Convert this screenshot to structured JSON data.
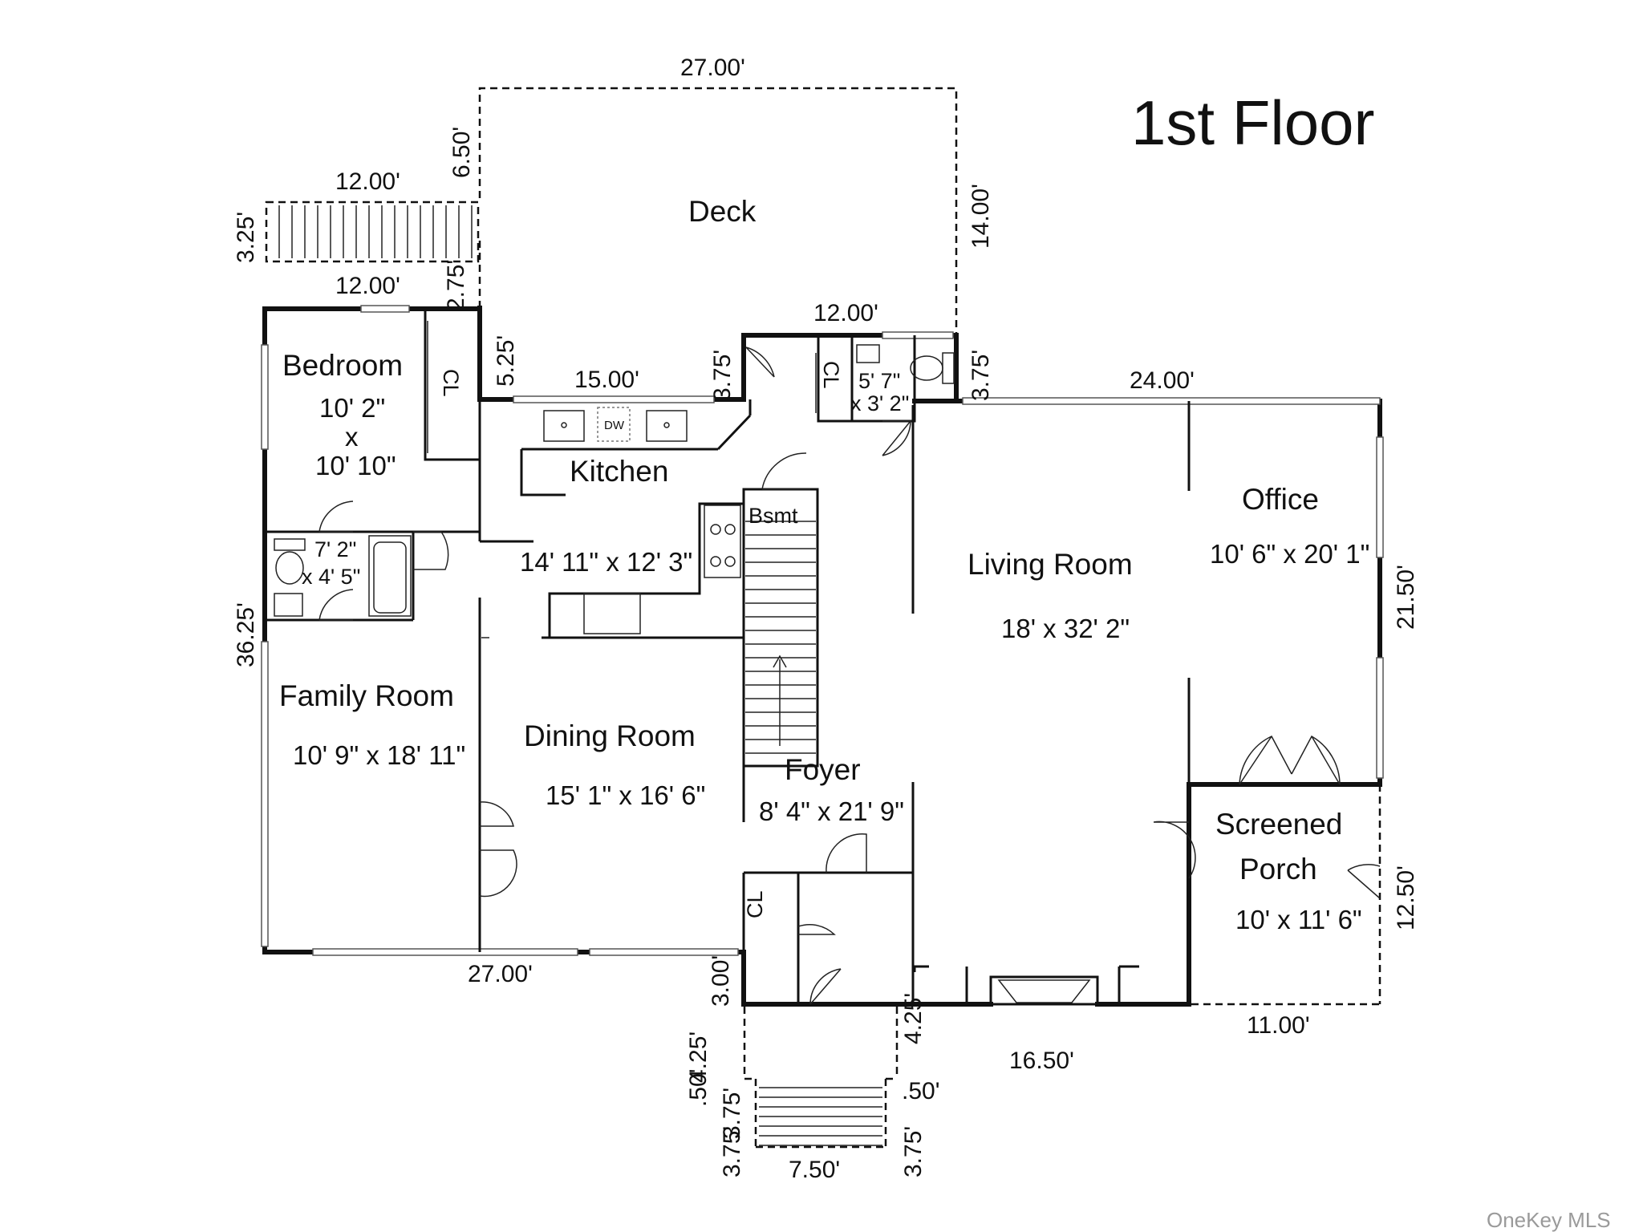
{
  "title": "1st Floor",
  "watermark": "OneKey MLS",
  "rooms": {
    "deck": {
      "name": "Deck"
    },
    "bedroom": {
      "name": "Bedroom",
      "dim_w": "10' 2\"",
      "dim_x": "x",
      "dim_h": "10' 10\""
    },
    "closet_bedroom": {
      "name": "CL"
    },
    "kitchen": {
      "name": "Kitchen",
      "dims": "14' 11\" x 12' 3\"",
      "dw": "DW"
    },
    "bsmt": {
      "name": "Bsmt"
    },
    "closet_upper": {
      "name": "CL"
    },
    "half_bath": {
      "dim_1": "5' 7\"",
      "dim_2": "x 3' 2\""
    },
    "bath": {
      "dim_1": "7' 2\"",
      "dim_2": "x 4' 5\""
    },
    "living_room": {
      "name": "Living Room",
      "dims": "18' x 32' 2\""
    },
    "office": {
      "name": "Office",
      "dims": "10' 6\" x 20' 1\""
    },
    "family_room": {
      "name": "Family Room",
      "dims": "10' 9\" x 18' 11\""
    },
    "dining_room": {
      "name": "Dining Room",
      "dims": "15' 1\" x 16' 6\""
    },
    "foyer": {
      "name": "Foyer",
      "dims": "8' 4\" x 21' 9\""
    },
    "screened_porch": {
      "name_1": "Screened",
      "name_2": "Porch",
      "dims": "10' x 11' 6\""
    },
    "closet_foyer": {
      "name": "CL"
    }
  },
  "dimensions": {
    "deck_top": "27.00'",
    "deck_left": "6.50'",
    "deck_right": "14.00'",
    "stair_top": "12.00'",
    "stair_side": "3.25'",
    "bedroom_top": "12.00'",
    "stair_gap": "2.75'",
    "kitchen_step": "5.25'",
    "kitchen_top": "15.00'",
    "kitchen_right_step": "3.75'",
    "bath_top": "12.00'",
    "bath_right_step": "3.75'",
    "living_top": "24.00'",
    "left_side": "36.25'",
    "right_side": "21.50'",
    "porch_side": "12.50'",
    "bottom_left": "27.00'",
    "foyer_step": "3.00'",
    "front_stair_left": "4.25'",
    "front_stair_right": "4.25'",
    "front_stair_l1": ".50'",
    "front_stair_l2": "3.75'",
    "front_stair_l3": "3.75'",
    "front_stair_r1": ".50'",
    "front_stair_r2": "3.75'",
    "front_stair_bottom": "7.50'",
    "fireplace": "16.50'",
    "porch_bottom": "11.00'"
  }
}
